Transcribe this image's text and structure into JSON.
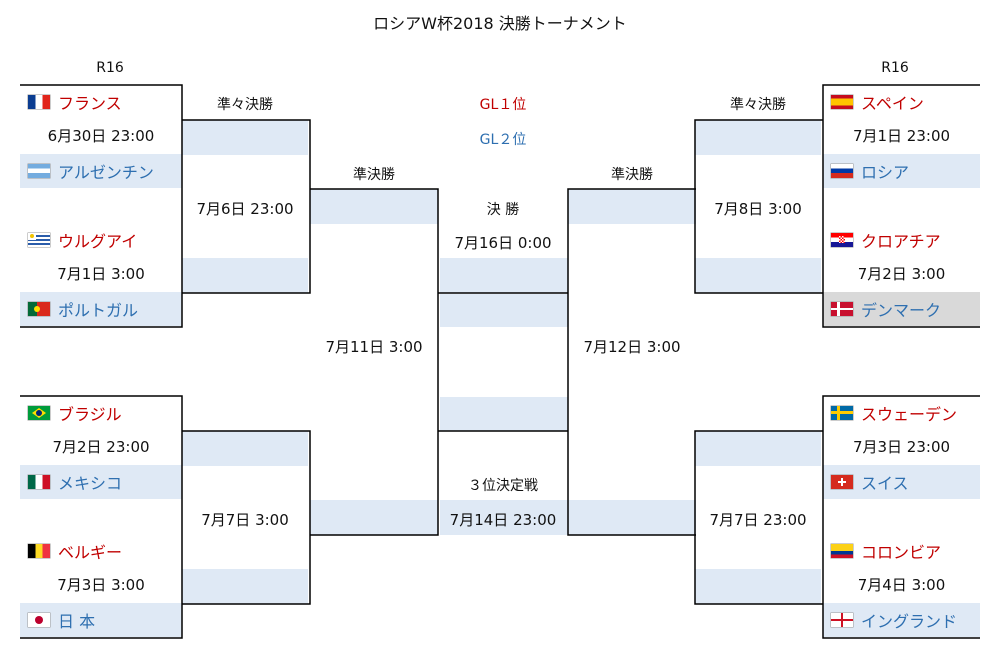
{
  "title": "ロシアW杯2018  決勝トーナメント",
  "r16_label": "R16",
  "qf_label": "準々決勝",
  "sf_label": "準決勝",
  "final_label": "決 勝",
  "third_label": "３位決定戦",
  "legend": {
    "gl1": "GL１位",
    "gl2": "GL２位"
  },
  "colors": {
    "winner": "#c00000",
    "runner_up": "#2e6fb0",
    "cell_fill": "#dfe9f5",
    "eliminated_fill": "#d9d9d9"
  },
  "left": {
    "matches": [
      {
        "team1": "フランス",
        "flag1": "france-flag",
        "date": "6月30日 23:00",
        "team2": "アルゼンチン",
        "flag2": "argentina-flag"
      },
      {
        "team1": "ウルグアイ",
        "flag1": "uruguay-flag",
        "date": "7月1日 3:00",
        "team2": "ポルトガル",
        "flag2": "portugal-flag"
      },
      {
        "team1": "ブラジル",
        "flag1": "brazil-flag",
        "date": "7月2日 23:00",
        "team2": "メキシコ",
        "flag2": "mexico-flag"
      },
      {
        "team1": "ベルギー",
        "flag1": "belgium-flag",
        "date": "7月3日 3:00",
        "team2": "日 本",
        "flag2": "japan-flag"
      }
    ],
    "qf_dates": [
      "7月6日 23:00",
      "7月7日 3:00"
    ],
    "sf_date": "7月11日 3:00"
  },
  "right": {
    "matches": [
      {
        "team1": "スペイン",
        "flag1": "spain-flag",
        "date": "7月1日 23:00",
        "team2": "ロシア",
        "flag2": "russia-flag"
      },
      {
        "team1": "クロアチア",
        "flag1": "croatia-flag",
        "date": "7月2日 3:00",
        "team2": "デンマーク",
        "flag2": "denmark-flag"
      },
      {
        "team1": "スウェーデン",
        "flag1": "sweden-flag",
        "date": "7月3日 23:00",
        "team2": "スイス",
        "flag2": "switzerland-flag"
      },
      {
        "team1": "コロンビア",
        "flag1": "colombia-flag",
        "date": "7月4日 3:00",
        "team2": "イングランド",
        "flag2": "england-flag"
      }
    ],
    "qf_dates": [
      "7月8日 3:00",
      "7月7日 23:00"
    ],
    "sf_date": "7月12日 3:00"
  },
  "final_date": "7月16日 0:00",
  "third_date": "7月14日 23:00"
}
